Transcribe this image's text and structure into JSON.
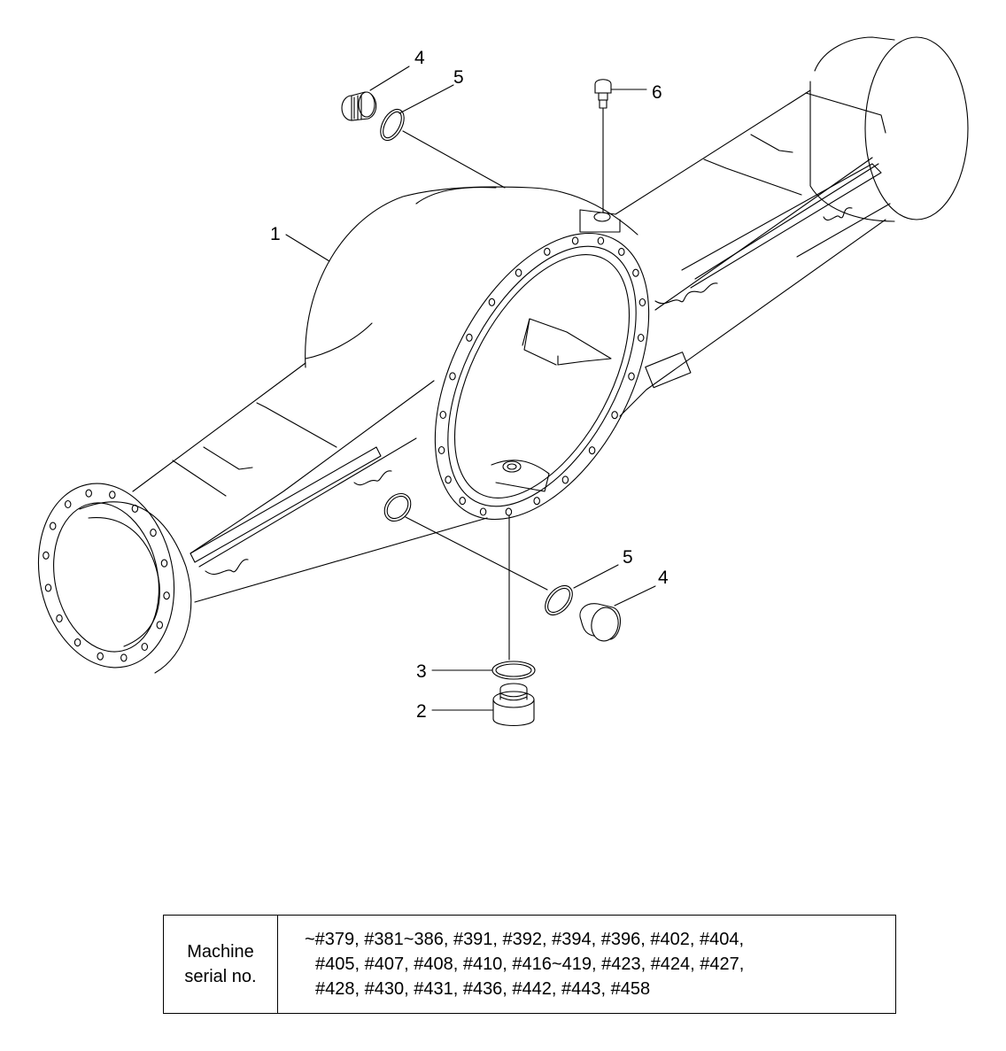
{
  "callouts": [
    {
      "id": "1",
      "text": "1"
    },
    {
      "id": "2",
      "text": "2"
    },
    {
      "id": "3",
      "text": "3"
    },
    {
      "id": "4a",
      "text": "4"
    },
    {
      "id": "4b",
      "text": "4"
    },
    {
      "id": "5a",
      "text": "5"
    },
    {
      "id": "5b",
      "text": "5"
    },
    {
      "id": "6",
      "text": "6"
    }
  ],
  "table": {
    "header_line1": "Machine",
    "header_line2": "serial no.",
    "serial_lines": [
      "~#379, #381~386, #391, #392, #394, #396, #402, #404,",
      "#405, #407, #408, #410, #416~419, #423, #424, #427,",
      "#428, #430, #431, #436, #442, #443, #458"
    ]
  }
}
